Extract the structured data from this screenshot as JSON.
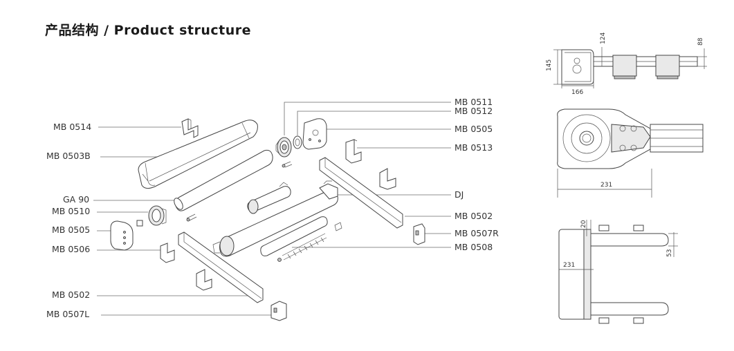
{
  "title": "产品结构 / Product structure",
  "labels_left": [
    {
      "id": "mb0514",
      "text": "MB 0514"
    },
    {
      "id": "mb0503b",
      "text": "MB 0503B"
    },
    {
      "id": "ga90",
      "text": "GA 90"
    },
    {
      "id": "mb0510",
      "text": "MB 0510"
    },
    {
      "id": "mb0505l",
      "text": "MB 0505"
    },
    {
      "id": "mb0506",
      "text": "MB 0506"
    },
    {
      "id": "mb0502l",
      "text": "MB 0502"
    },
    {
      "id": "mb0507l",
      "text": "MB 0507L"
    }
  ],
  "labels_right": [
    {
      "id": "mb0511",
      "text": "MB 0511"
    },
    {
      "id": "mb0512",
      "text": "MB 0512"
    },
    {
      "id": "mb0505r",
      "text": "MB 0505"
    },
    {
      "id": "mb0513",
      "text": "MB 0513"
    },
    {
      "id": "dj",
      "text": "DJ"
    },
    {
      "id": "mb0502r",
      "text": "MB 0502"
    },
    {
      "id": "mb0507r",
      "text": "MB 0507R"
    },
    {
      "id": "mb0508",
      "text": "MB 0508"
    }
  ],
  "dimensions": {
    "side_view": {
      "d145": "145",
      "d124": "124",
      "d88": "88",
      "d166": "166"
    },
    "front_view": {
      "d231": "231"
    },
    "top_view": {
      "d20": "20",
      "d53": "53",
      "d231": "231"
    }
  }
}
